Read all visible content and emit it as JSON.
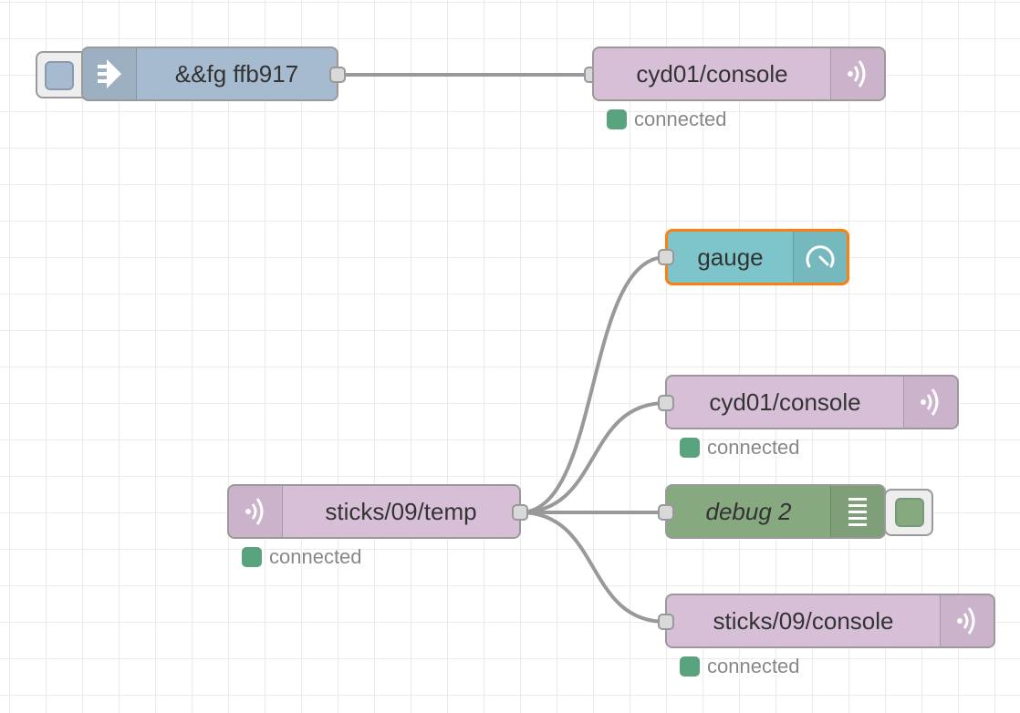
{
  "colors": {
    "inject": "#a6bbcf",
    "mqtt": "#d8bfd8",
    "gauge": "#7dc5cb",
    "debug": "#87a980",
    "selected_border": "#ff7f0e",
    "status_connected": "#5aa37f",
    "wire": "#999999"
  },
  "nodes": {
    "inject": {
      "label": "&&fg ffb917",
      "icon": "arrow-right-icon"
    },
    "mqtt_out_top": {
      "label": "cyd01/console",
      "icon": "wifi-icon",
      "status": "connected"
    },
    "gauge": {
      "label": "gauge",
      "icon": "gauge-icon"
    },
    "mqtt_out_mid": {
      "label": "cyd01/console",
      "icon": "wifi-icon",
      "status": "connected"
    },
    "mqtt_in": {
      "label": "sticks/09/temp",
      "icon": "wifi-icon",
      "status": "connected"
    },
    "debug": {
      "label": "debug 2",
      "icon": "list-icon"
    },
    "mqtt_out_bottom": {
      "label": "sticks/09/console",
      "icon": "wifi-icon",
      "status": "connected"
    }
  }
}
